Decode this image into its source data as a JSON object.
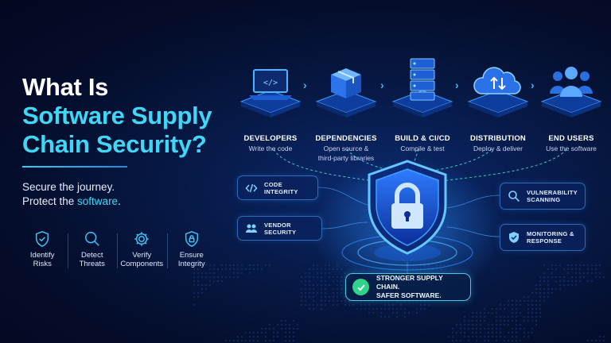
{
  "title": {
    "line1": "What Is",
    "line2": "Software Supply",
    "line3": "Chain Security?"
  },
  "tagline": {
    "line1": "Secure the journey.",
    "line2_pre": "Protect the ",
    "line2_hl": "software",
    "line2_post": "."
  },
  "benefits": [
    {
      "icon": "shield-check-icon",
      "line1": "Identify",
      "line2": "Risks"
    },
    {
      "icon": "magnifier-icon",
      "line1": "Detect",
      "line2": "Threats"
    },
    {
      "icon": "gear-icon",
      "line1": "Verify",
      "line2": "Components"
    },
    {
      "icon": "lock-shield-icon",
      "line1": "Ensure",
      "line2": "Integrity"
    }
  ],
  "pipeline": [
    {
      "icon": "laptop-code-icon",
      "name": "DEVELOPERS",
      "desc1": "Write the code",
      "desc2": ""
    },
    {
      "icon": "package-box-icon",
      "name": "DEPENDENCIES",
      "desc1": "Open source &",
      "desc2": "third-party libraries"
    },
    {
      "icon": "server-rack-icon",
      "name": "BUILD & CI/CD",
      "desc1": "Compile & test",
      "desc2": ""
    },
    {
      "icon": "cloud-transfer-icon",
      "name": "DISTRIBUTION",
      "desc1": "Deploy & deliver",
      "desc2": ""
    },
    {
      "icon": "users-group-icon",
      "name": "END USERS",
      "desc1": "Use the software",
      "desc2": ""
    }
  ],
  "cards": {
    "code_integrity": "CODE INTEGRITY",
    "vendor_security": "VENDOR SECURITY",
    "vuln_line1": "VULNERABILITY",
    "vuln_line2": "SCANNING",
    "monitor_line1": "MONITORING &",
    "monitor_line2": "RESPONSE"
  },
  "badge": {
    "line1": "STRONGER SUPPLY CHAIN.",
    "line2": "SAFER SOFTWARE."
  },
  "colors": {
    "accent": "#3fd7f5",
    "background": "#040d2a",
    "success": "#2fd38a"
  }
}
